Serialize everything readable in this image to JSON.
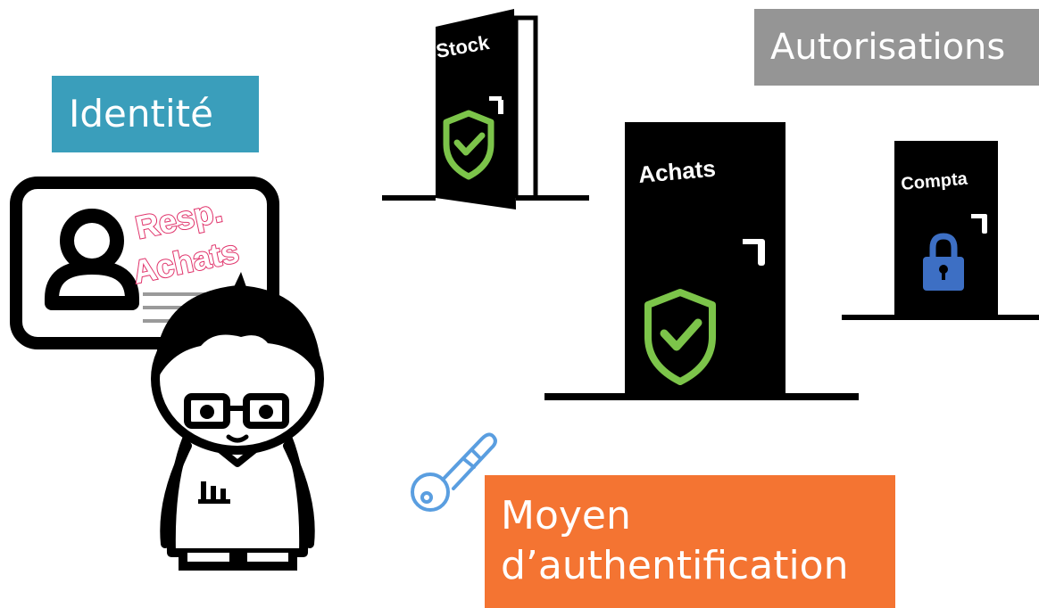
{
  "labels": {
    "identite": "Identité",
    "autorisations": "Autorisations",
    "moyen_line1": "Moyen",
    "moyen_line2": "d’authentification"
  },
  "badge": {
    "line1": "Resp.",
    "line2": "Achats"
  },
  "doors": [
    {
      "label": "Stock",
      "status": "open",
      "icon": "shield-check-icon"
    },
    {
      "label": "Achats",
      "status": "allowed",
      "icon": "shield-check-icon"
    },
    {
      "label": "Compta",
      "status": "locked",
      "icon": "padlock-icon"
    }
  ],
  "colors": {
    "identite_bg": "#3a9ebb",
    "autorisations_bg": "#959595",
    "moyen_bg": "#f47432",
    "shield": "#7cc44a",
    "lock": "#3d6fc4",
    "key": "#5a9ee0",
    "badge_text": "#e0326a"
  }
}
